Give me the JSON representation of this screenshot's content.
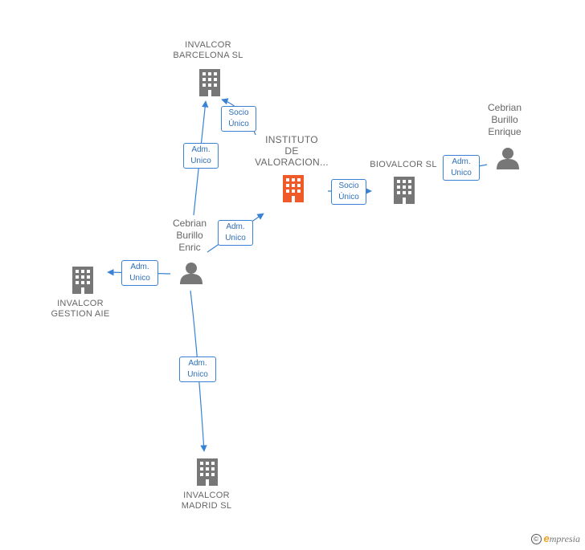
{
  "nodes": {
    "invalcor_barcelona": {
      "label_1": "INVALCOR",
      "label_2": "BARCELONA SL"
    },
    "instituto": {
      "label_1": "INSTITUTO",
      "label_2": "DE",
      "label_3": "VALORACION..."
    },
    "biovalcor": {
      "label_1": "BIOVALCOR SL"
    },
    "cebrian_enrique": {
      "label_1": "Cebrian",
      "label_2": "Burillo",
      "label_3": "Enrique"
    },
    "cebrian_enric": {
      "label_1": "Cebrian",
      "label_2": "Burillo",
      "label_3": "Enric"
    },
    "invalcor_gestion": {
      "label_1": "INVALCOR",
      "label_2": "GESTION AIE"
    },
    "invalcor_madrid": {
      "label_1": "INVALCOR",
      "label_2": "MADRID SL"
    }
  },
  "relations": {
    "socio_barcelona": {
      "line_1": "Socio",
      "line_2": "Único"
    },
    "adm_barcelona": {
      "line_1": "Adm.",
      "line_2": "Unico"
    },
    "adm_instituto": {
      "line_1": "Adm.",
      "line_2": "Unico"
    },
    "socio_biovalcor": {
      "line_1": "Socio",
      "line_2": "Único"
    },
    "adm_biovalcor": {
      "line_1": "Adm.",
      "line_2": "Unico"
    },
    "adm_gestion": {
      "line_1": "Adm.",
      "line_2": "Unico"
    },
    "adm_madrid": {
      "line_1": "Adm.",
      "line_2": "Unico"
    }
  },
  "colors": {
    "edge": "#3a82d4",
    "company": "#777777",
    "company_highlight": "#f05a28",
    "person": "#777777"
  },
  "brand": {
    "copyright": "©",
    "initial": "e",
    "name": "mpresia"
  }
}
